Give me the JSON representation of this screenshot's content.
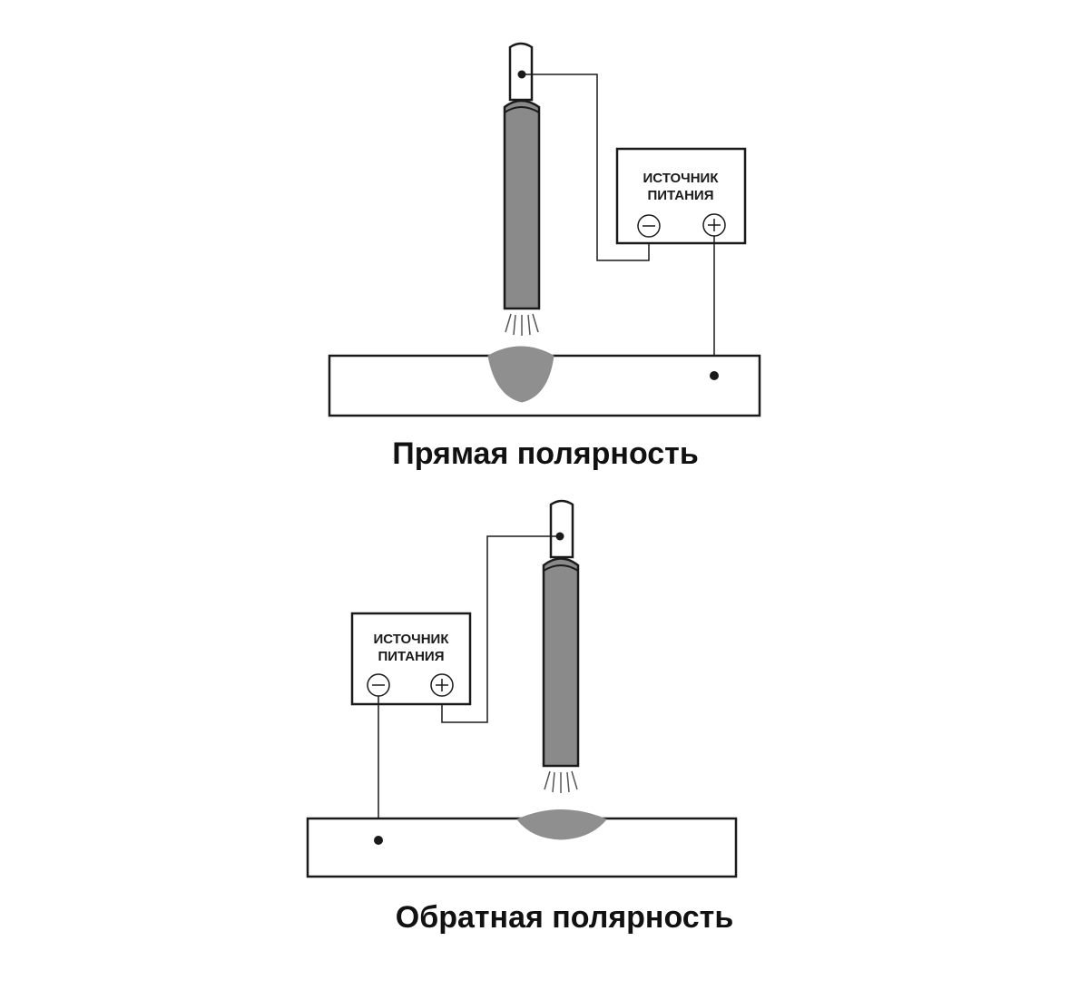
{
  "diagrams": [
    {
      "caption": "Прямая полярность",
      "source_label_line1": "ИСТОЧНИК",
      "source_label_line2": "ПИТАНИЯ",
      "minus_symbol": "−",
      "plus_symbol": "+",
      "electrode_terminal": "minus",
      "workpiece_terminal": "plus"
    },
    {
      "caption": "Обратная полярность",
      "source_label_line1": "ИСТОЧНИК",
      "source_label_line2": "ПИТАНИЯ",
      "minus_symbol": "−",
      "plus_symbol": "+",
      "electrode_terminal": "plus",
      "workpiece_terminal": "minus"
    }
  ],
  "colors": {
    "electrode": "#8a8a8a",
    "weld_pool": "#8f8f8f",
    "line": "#1a1a1a",
    "background": "#ffffff"
  }
}
